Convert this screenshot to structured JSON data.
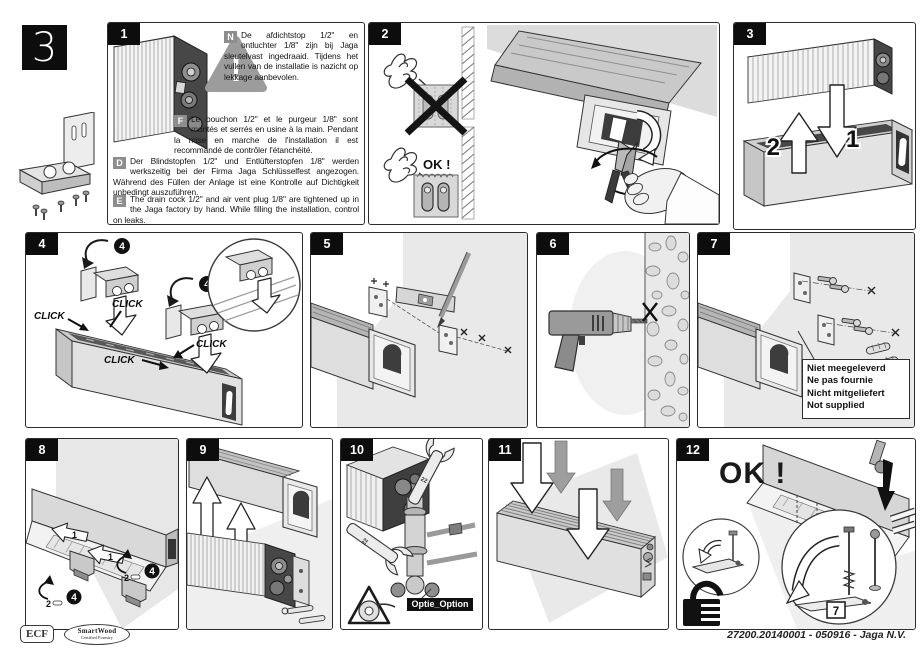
{
  "page": {
    "step_number": "3"
  },
  "footer": {
    "ecf": "ECF",
    "smartwood_top": "SmartWood",
    "smartwood_bottom": "Certified Forestry",
    "doc_ref": "27200.20140001 - 050916 - Jaga N.V."
  },
  "panels": {
    "p1": {
      "number": "1",
      "langs": [
        {
          "code": "N",
          "text": "De afdichtstop 1/2\" en ontluchter 1/8\" zijn bij Jaga sleutelvast ingedraaid. Tijdens het vullen van de installatie is nazicht op lekkage aanbevolen."
        },
        {
          "code": "F",
          "text": "Le bouchon 1/2\" et le purgeur 1/8\" sont montés et serrés en usine à la main. Pendant la mise en marche de l'installation il est recommandé de contrôler l'étanchéité."
        },
        {
          "code": "D",
          "text": "Der Blindstopfen 1/2\" und Entlüfterstopfen 1/8\" werden werkszeitig bei der Firma Jaga Schlüsselfest angezogen. Während des Füllen der Anlage ist eine Kontrolle auf Dichtigkeit unbedingt auszuführen."
        },
        {
          "code": "E",
          "text": "The drain cock 1/2\" and air vent plug 1/8\" are tightened up in the Jaga factory by hand. While filling the installation, control on leaks."
        }
      ]
    },
    "p2": {
      "number": "2",
      "ok_label": "OK !"
    },
    "p3": {
      "number": "3",
      "label_1": "1",
      "label_2": "2"
    },
    "p4": {
      "number": "4",
      "click_label": "CLICK",
      "badge_label": "4"
    },
    "p5": {
      "number": "5"
    },
    "p6": {
      "number": "6"
    },
    "p7": {
      "number": "7",
      "not_supplied": [
        "Niet meegeleverd",
        "Ne pas fournie",
        "Nicht mitgeliefert",
        "Not supplied"
      ]
    },
    "p8": {
      "number": "8",
      "label_1": "1",
      "label_2": "2",
      "badge_label": "4"
    },
    "p9": {
      "number": "9"
    },
    "p10": {
      "number": "10",
      "option_label": "Optie_Option",
      "wrench_size": "22"
    },
    "p11": {
      "number": "11"
    },
    "p12": {
      "number": "12",
      "ok_label": "OK !",
      "detail_ref": "7"
    }
  }
}
